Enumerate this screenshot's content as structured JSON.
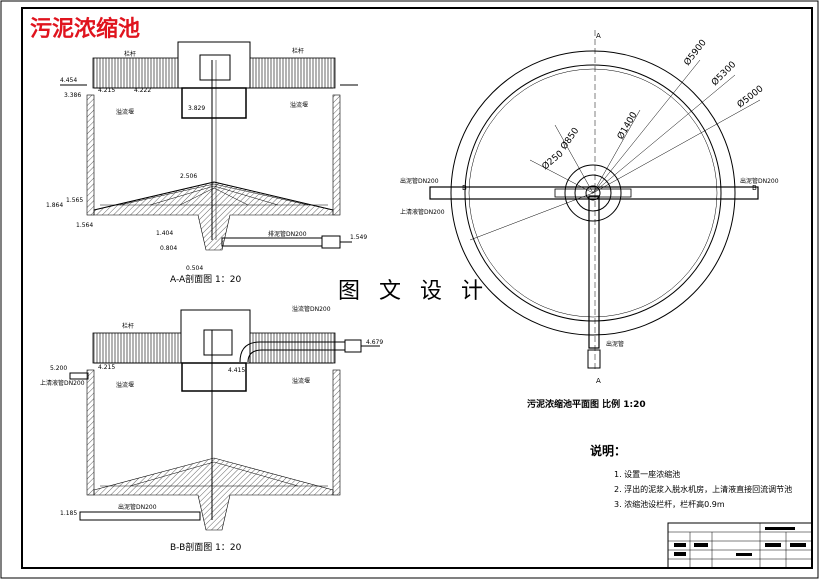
{
  "title": "污泥浓缩池",
  "watermark": "图 文 设 计",
  "section_aa": {
    "caption": "A-A剖面图   1：20",
    "labels": {
      "railing_left": "栏杆",
      "railing_right": "栏杆",
      "weir_left": "溢流堰",
      "weir_right": "溢流堰",
      "pipe": "排泥管DN200"
    },
    "elevations": [
      "4.454",
      "3.386",
      "4.215",
      "4.222",
      "3.829",
      "2.506",
      "1.565",
      "1.864",
      "1.564",
      "1.404",
      "0.804",
      "0.504",
      "1.549"
    ]
  },
  "section_bb": {
    "caption": "B-B剖面图   1：20",
    "labels": {
      "railing": "栏杆",
      "overflow_pipe": "溢流管DN200",
      "inlet_pipe": "上清液管DN200",
      "weir_left": "溢流堰",
      "weir_right": "溢流堰",
      "sludge_pipe": "出泥管DN200"
    },
    "elevations": [
      "5.200",
      "4.215",
      "4.415",
      "4.679",
      "1.185"
    ]
  },
  "plan": {
    "caption": "污泥浓缩池平面图  比例 1:20",
    "section_mark": "A",
    "section_mark_b": "B",
    "diameters": [
      "Ø5900",
      "Ø5300",
      "Ø5000",
      "Ø1400",
      "Ø850",
      "Ø250"
    ],
    "labels": {
      "left_top": "出泥管DN200",
      "left_bottom": "上清液管DN200",
      "right": "出泥管DN200",
      "bottom": "出泥管"
    }
  },
  "notes": {
    "heading": "说明：",
    "items": [
      "1. 设置一座浓缩池",
      "2. 浮出的泥浆入脱水机房，上清液直接回流调节池",
      "3. 浓缩池设栏杆，栏杆高0.9m"
    ]
  },
  "colors": {
    "title": "#e0141e",
    "line": "#000000"
  }
}
